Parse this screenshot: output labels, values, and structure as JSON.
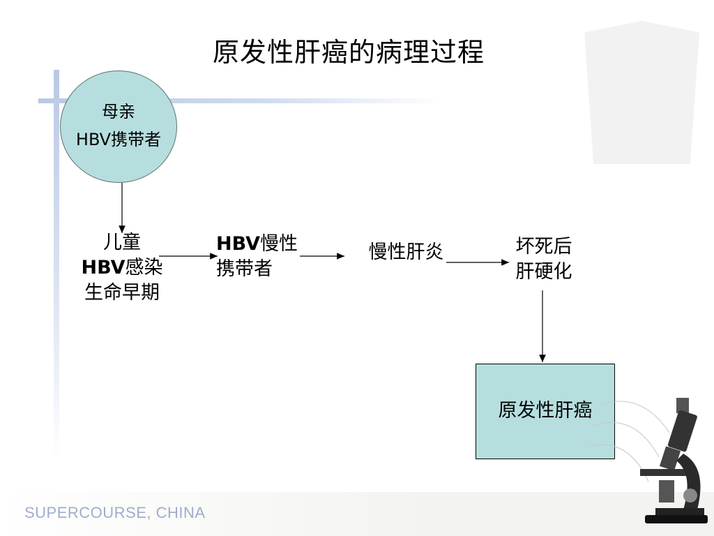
{
  "title": "原发性肝癌的病理过程",
  "nodes": {
    "mother": {
      "line1": "母亲",
      "line2": "HBV携带者"
    },
    "child": {
      "line1": "儿童",
      "line2_bold": "HBV",
      "line2_rest": "感染",
      "line3": "生命早期"
    },
    "chronic_carrier": {
      "line1_bold": "HBV",
      "line1_rest": "慢性",
      "line2": "携带者"
    },
    "chronic_hepatitis": {
      "line1": "慢性肝炎"
    },
    "cirrhosis": {
      "line1": "坏死后",
      "line2": "肝硬化"
    },
    "liver_cancer": {
      "line1": "原发性肝癌"
    }
  },
  "footer": "SUPERCOURSE, CHINA",
  "colors": {
    "node_fill": "#b7dede",
    "footer_text": "#9fadca",
    "accent_bars": "#b9c8e4"
  }
}
